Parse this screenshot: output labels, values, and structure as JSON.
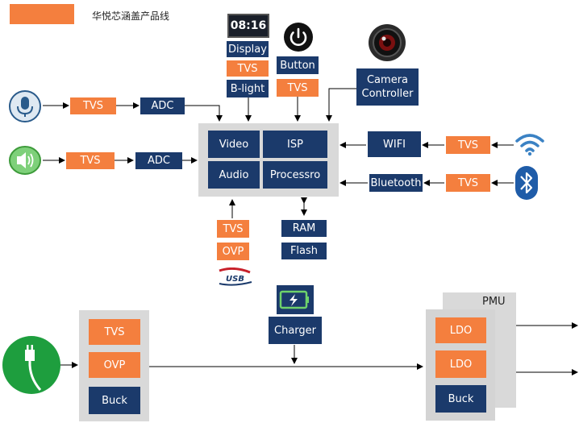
{
  "legend": {
    "label": "华悦芯涵盖产品线",
    "color": "#f47f3e"
  },
  "display_screen": {
    "time": "08:16"
  },
  "top": {
    "display": "Display",
    "display_tvs": "TVS",
    "backlight": "B-light",
    "button": "Button",
    "button_tvs": "TVS",
    "camera_controller_line1": "Camera",
    "camera_controller_line2": "Controller"
  },
  "left": {
    "mic_tvs": "TVS",
    "mic_adc": "ADC",
    "speaker_tvs": "TVS",
    "speaker_adc": "ADC"
  },
  "core": {
    "video": "Video",
    "isp": "ISP",
    "audio": "Audio",
    "processor": "Processro"
  },
  "right": {
    "wifi": "WIFI",
    "wifi_tvs": "TVS",
    "bluetooth": "Bluetooth",
    "bluetooth_tvs": "TVS"
  },
  "bottom": {
    "usb_tvs": "TVS",
    "usb_ovp": "OVP",
    "ram": "RAM",
    "flash": "Flash",
    "usb_logo_text": "USB"
  },
  "power": {
    "tvs": "TVS",
    "ovp": "OVP",
    "buck": "Buck",
    "charger": "Charger",
    "pmu": "PMU",
    "ldo1": "LDO",
    "ldo2": "LDO",
    "pmu_buck": "Buck"
  },
  "colors": {
    "navy": "#1b3a6b",
    "orange": "#f47f3e",
    "gray": "#d9d9d9",
    "green": "#1e9e3e"
  }
}
